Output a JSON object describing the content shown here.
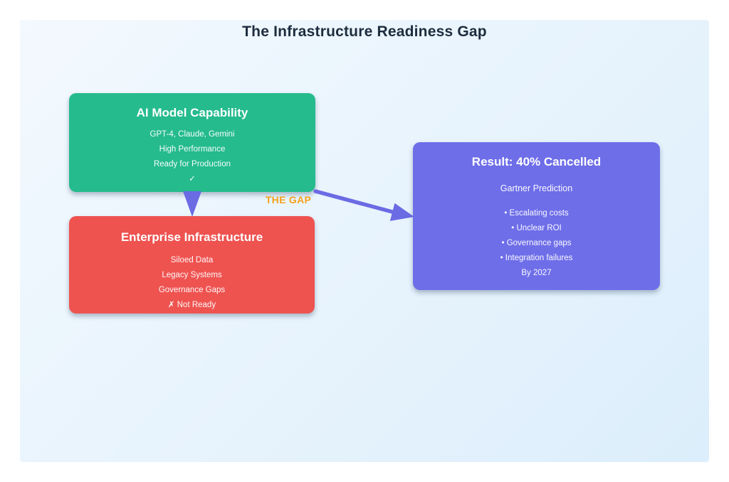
{
  "page": {
    "title": "The Infrastructure Readiness Gap"
  },
  "gap_label": "THE GAP",
  "boxes": {
    "ai_capability": {
      "title": "AI Model Capability",
      "items": [
        "GPT-4, Claude, Gemini",
        "High Performance",
        "Ready for Production",
        "✓"
      ]
    },
    "enterprise_infrastructure": {
      "title": "Enterprise Infrastructure",
      "items": [
        "Siloed Data",
        "Legacy Systems",
        "Governance Gaps",
        "✗ Not Ready"
      ]
    },
    "result": {
      "title": "Result: 40% Cancelled",
      "subtitle": "Gartner Prediction",
      "items": [
        "• Escalating costs",
        "• Unclear ROI",
        "• Governance gaps",
        "• Integration failures",
        "By 2027"
      ]
    }
  },
  "icons": {
    "check": "check-icon",
    "cross": "cross-icon",
    "arrow_down": "arrow-down-icon",
    "arrow_diagonal": "arrow-right-icon"
  },
  "colors": {
    "ai_box": "#25bb8c",
    "infra_box": "#ee5350",
    "result_box": "#6e6ee9",
    "arrow": "#6b6be4",
    "gap_label": "#f5a11d",
    "title_text": "#1d2d3e"
  }
}
